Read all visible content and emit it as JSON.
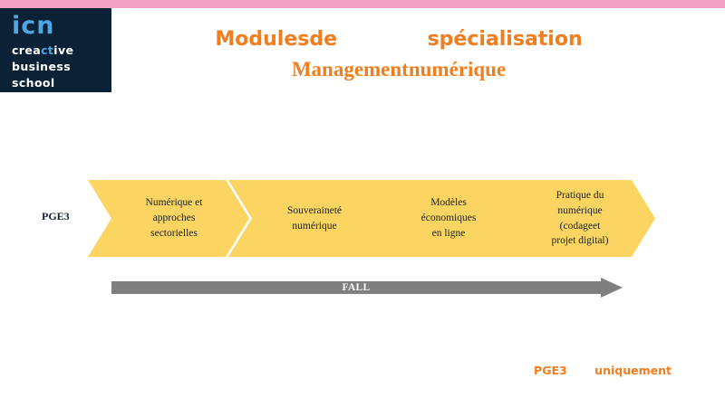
{
  "theme": {
    "pink_band": "#f2a0c3",
    "logo_navy": "#0a2136",
    "logo_blue": "#4da7e0",
    "title_orange": "#f07d1e",
    "chevron_yellow": "#fcd462",
    "arrow_gray": "#7f7f7f",
    "text_dark": "#16212b"
  },
  "logo": {
    "mark": "icn",
    "line_creative_pre": "crea",
    "line_creative_accent": "ct",
    "line_creative_post": "ive",
    "line_business": "business",
    "line_school": "school"
  },
  "title": {
    "line1": "Modulesde             spécialisation",
    "line2": "Managementnumérique"
  },
  "diagram": {
    "row_label": "PGE3",
    "steps": [
      {
        "label": "Numérique    et\napproches\nsectorielles"
      },
      {
        "label": "Souveraineté\nnumérique"
      },
      {
        "label": "Modèles\néconomiques\nen  ligne"
      },
      {
        "label": "Pratique     du\nnumérique\n(codageet\nprojet    digital)"
      }
    ],
    "timeline_label": "FALL"
  },
  "footer": {
    "legend": "PGE3       uniquement"
  }
}
